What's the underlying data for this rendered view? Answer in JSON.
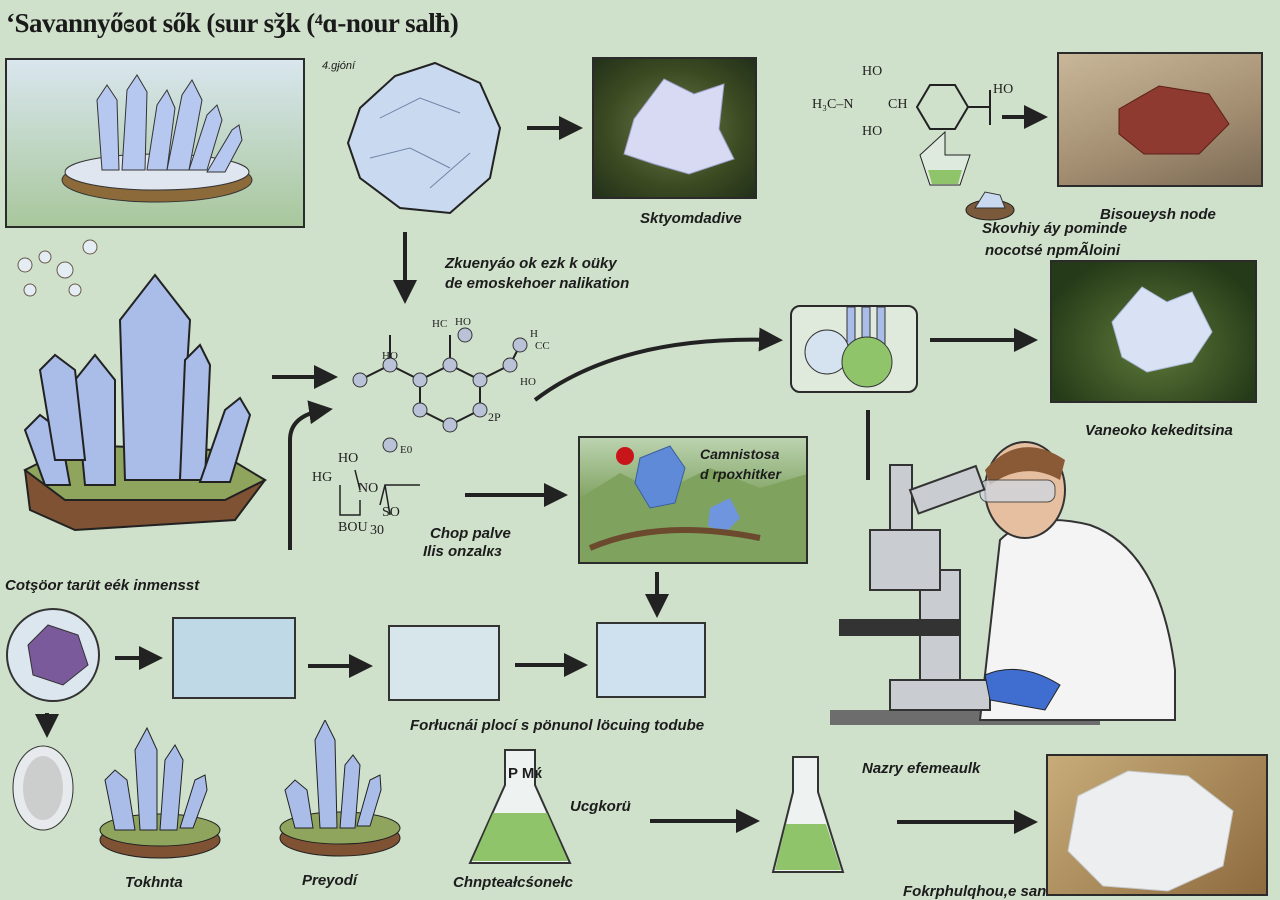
{
  "title": "‘Savannyőɞot sők (suır sǯk (⁴ɑ-nour salħ)",
  "labels": {
    "top_small": "4.gɉóní",
    "crystal_photo": "Sktyomdadive",
    "rock_photo": "Bisoueysh node",
    "chem_line1": "Skovhiy áy pominde",
    "chem_line2": "nocotsé npmÃloini",
    "process_line1": "Zkuenyáo ok ezk k oüky",
    "process_line2": "de emoskehoer nalikation",
    "green_photo": "Vaneoko kekeditsina",
    "scene_line1": "Camnistosa",
    "scene_line2": "d rpoxhitker",
    "molecule_line1": "Chop palve",
    "molecule_line2": "Ilis onzalкз",
    "left_section": "Cotşöor tarüt eék inmensst",
    "middle_row": "Forłucnái plocí s pönunol löcuing todube",
    "scientist": "Nazry efemeaulk",
    "crystal_a": "Tokhnta",
    "crystal_b": "Preyodí",
    "flask_a": "Chnpteałcśonełc",
    "flask_a_text": "P Mќ",
    "flask_a_side": "Ucgkorü",
    "flask_b": "Fokrphulqhou,e sannic"
  },
  "chem": {
    "ho1": "HO",
    "h3cn": "H₃C–N",
    "ch": "CH",
    "ho2": "HO",
    "ho3": "HO",
    "m_ho": "HO",
    "m_hc": "H",
    "m_cc": "CC",
    "m_hc2": "HC",
    "m_ho2": "HO",
    "m_2p": "2P",
    "m_e0": "E0",
    "m_ho3": "HO",
    "r_ho": "HO",
    "r_hg": "HG",
    "r_no": "NO",
    "r_so": "SO",
    "r_bou": "BOU",
    "r_30": "30"
  },
  "colors": {
    "background": "#cfe0cb",
    "crystal": "#a9bde8",
    "liquid": "#8fc46a"
  }
}
